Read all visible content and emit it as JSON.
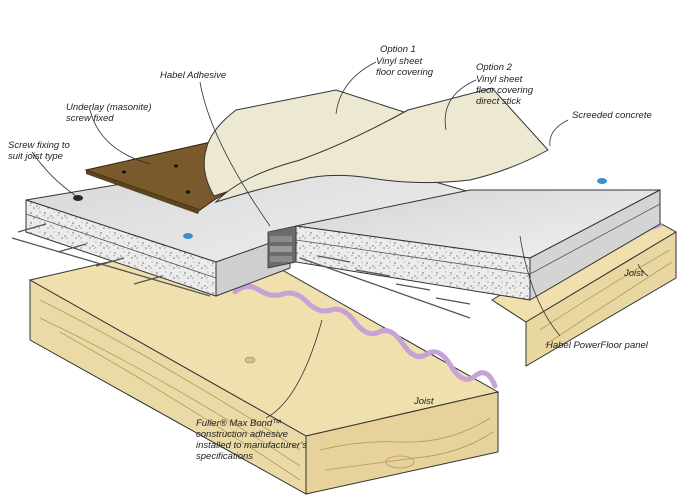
{
  "labels": {
    "option1": "Option 1",
    "option1_desc": "Vinyl sheet\nfloor covering",
    "option2": "Option 2",
    "option2_desc": "Vinyl sheet\nfloor covering\ndirect stick",
    "habel_adhesive": "Habel Adhesive",
    "underlay": "Underlay (masonite)\nscrew fixed",
    "screw_fixing": "Screw fixing to\nsuit joist type",
    "screeded_concrete": "Screeded concrete",
    "joist_right": "Joist",
    "powerfloor_panel": "Habel PowerFloor panel",
    "joist_front": "Joist",
    "fuller_adhesive": "Fuller® Max Bond™\nconstruction adhesive\ninstalled to manufacturer’s\nspecifications"
  },
  "colors": {
    "timber": "#efe0ae",
    "timber_end": "#e6d29a",
    "timber_grain": "#b59a5a",
    "panel_top": "#dedede",
    "panel_edge": "#cfcfcf",
    "concrete_speckle": "#ececec",
    "masonite": "#7a5a2c",
    "vinyl": "#ece8d2",
    "adhesive": "#c6a2d6",
    "screw": "#2a2a2a",
    "blue_marker": "#3a8fd0"
  },
  "icons": [
    "screw-icon",
    "blue-marker-icon"
  ]
}
